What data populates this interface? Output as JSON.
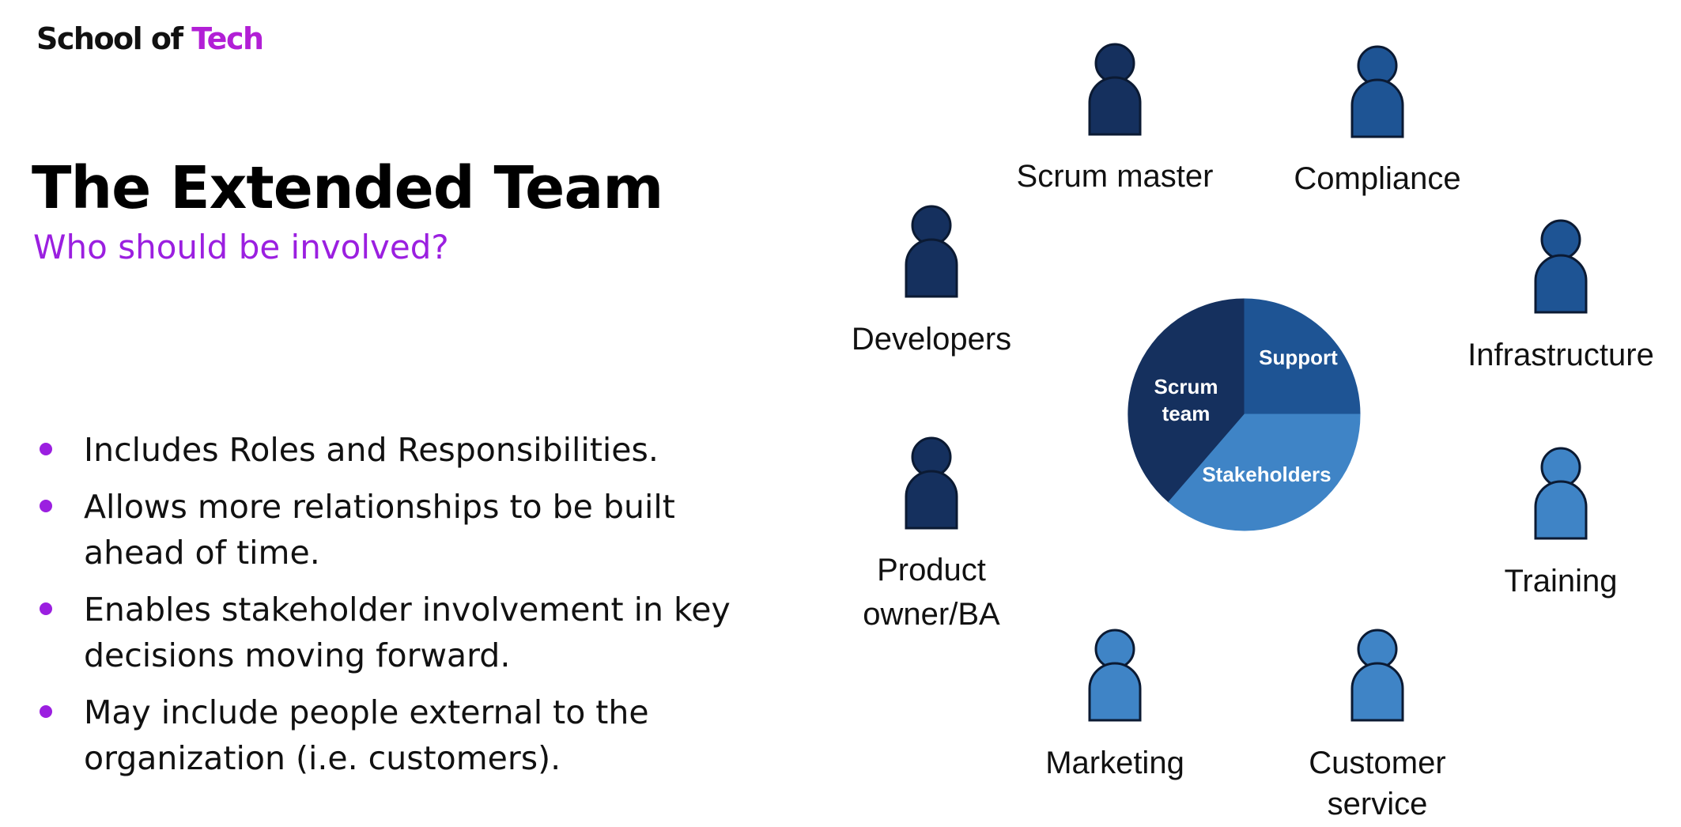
{
  "logo": {
    "part1": "School of ",
    "part2": "Tech"
  },
  "title": "The Extended Team",
  "subtitle": "Who should be involved?",
  "bullets": [
    {
      "line1": "Includes Roles and Responsibilities.",
      "line2": ""
    },
    {
      "line1": "Allows more relationships to be built",
      "line2": "ahead of time."
    },
    {
      "line1": "Enables stakeholder involvement in key",
      "line2": "decisions moving forward."
    },
    {
      "line1": "May include people external to the",
      "line2": "organization (i.e. customers)."
    }
  ],
  "colors": {
    "accent": "#9b1fe0",
    "logo_accent": "#b21fd6",
    "scrum_team": "#15305e",
    "support": "#1e5494",
    "stakeholders": "#3f84c6"
  },
  "diagram": {
    "roles": {
      "scrum_master": {
        "label1": "Scrum master",
        "label2": ""
      },
      "compliance": {
        "label1": "Compliance",
        "label2": ""
      },
      "developers": {
        "label1": "Developers",
        "label2": ""
      },
      "infrastructure": {
        "label1": "Infrastructure",
        "label2": ""
      },
      "product_owner": {
        "label1": "Product",
        "label2": "owner/BA"
      },
      "training": {
        "label1": "Training",
        "label2": ""
      },
      "marketing": {
        "label1": "Marketing",
        "label2": ""
      },
      "customer_service": {
        "label1": "Customer",
        "label2": "service"
      }
    },
    "pie": {
      "scrum_team": {
        "label1": "Scrum",
        "label2": "team"
      },
      "support": {
        "label1": "Support"
      },
      "stakeholders": {
        "label1": "Stakeholders"
      }
    }
  }
}
